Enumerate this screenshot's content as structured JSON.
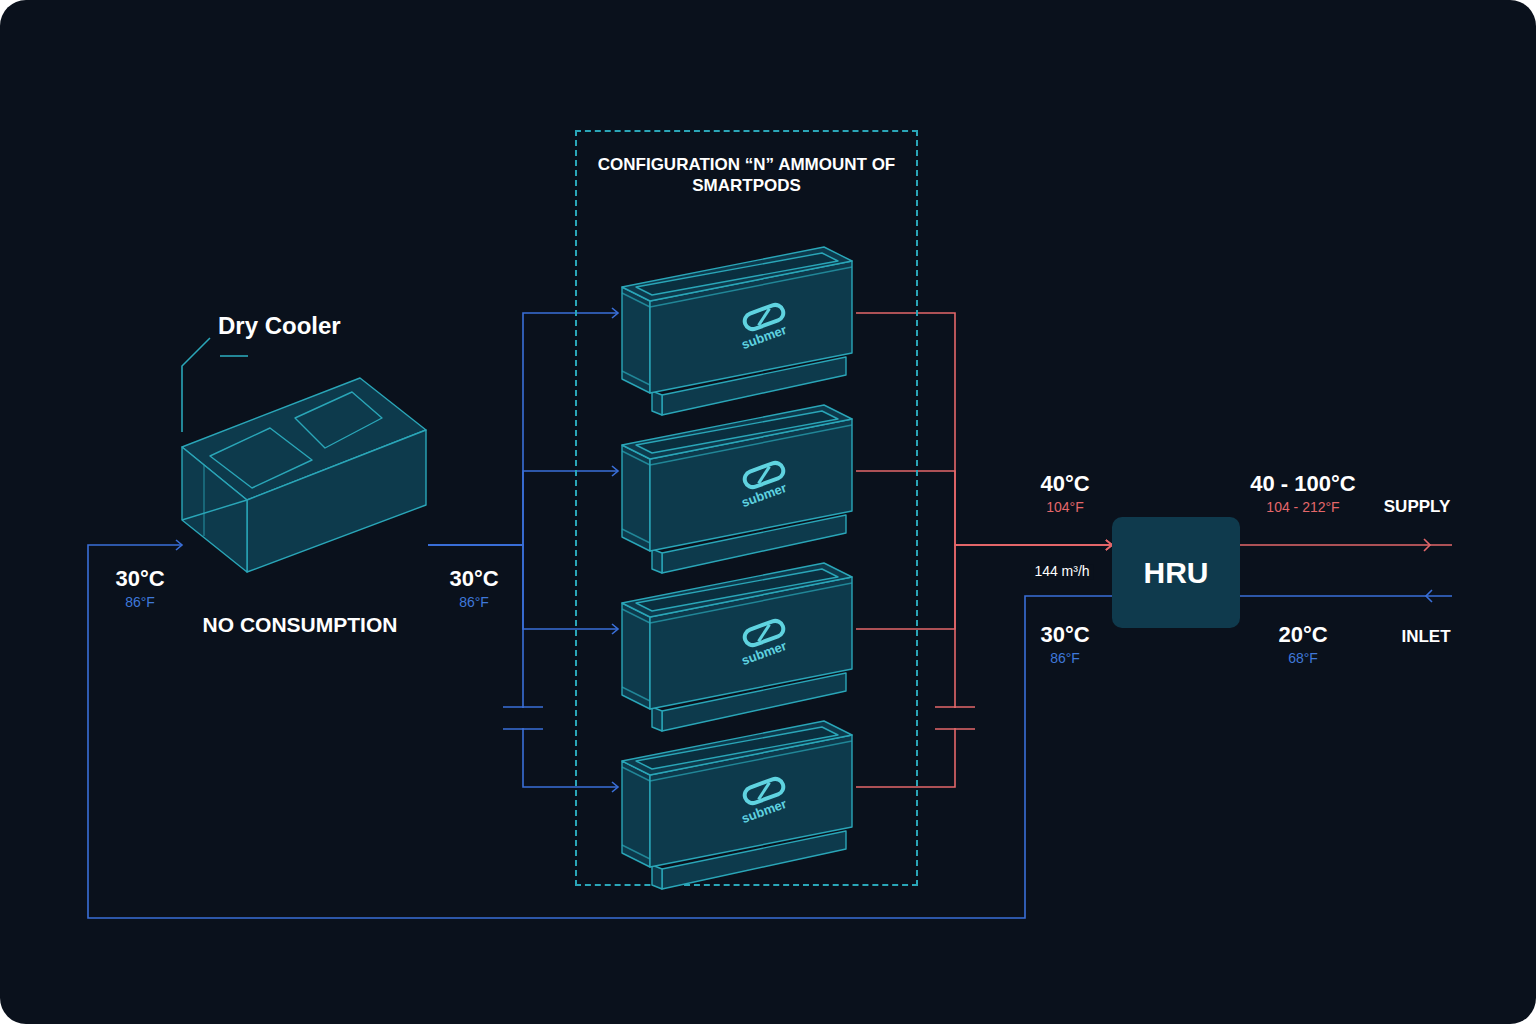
{
  "diagram": {
    "nodes": [
      {
        "text": [
          "Dry Cooler"
        ]
      },
      {
        "text": [
          "CONFIGURATION “N” AMMOUNT OF SMARTPODS"
        ]
      },
      {
        "text": [
          "submer"
        ],
        "in": 1
      },
      {
        "text": [
          "submer"
        ],
        "in": 1
      },
      {
        "text": [
          "submer"
        ],
        "in": 1
      },
      {
        "text": [
          "submer"
        ],
        "in": 1
      },
      {
        "text": [
          "HRU"
        ]
      }
    ],
    "edges": [
      {
        "from": 0,
        "to": 2,
        "arrow": "to"
      },
      {
        "from": 0,
        "to": 3,
        "arrow": "to"
      },
      {
        "from": 0,
        "to": 4,
        "arrow": "to"
      },
      {
        "from": 0,
        "to": 5,
        "arrow": "to"
      },
      {
        "from": 2,
        "to": 6,
        "arrow": "to"
      },
      {
        "from": 3,
        "to": 6,
        "arrow": "to"
      },
      {
        "from": 4,
        "to": 6,
        "arrow": "to"
      },
      {
        "from": 5,
        "to": 6,
        "arrow": "to"
      },
      {
        "from": 6,
        "to": 0,
        "arrow": "to"
      }
    ],
    "labels": [
      "30°C",
      "86°F",
      "NO CONSUMPTION",
      "30°C",
      "86°F",
      "40°C",
      "104°F",
      "144 m³/h",
      "30°C",
      "86°F",
      "40 - 100°C",
      "104 - 212°F",
      "SUPPLY",
      "20°C",
      "68°F",
      "INLET"
    ]
  }
}
